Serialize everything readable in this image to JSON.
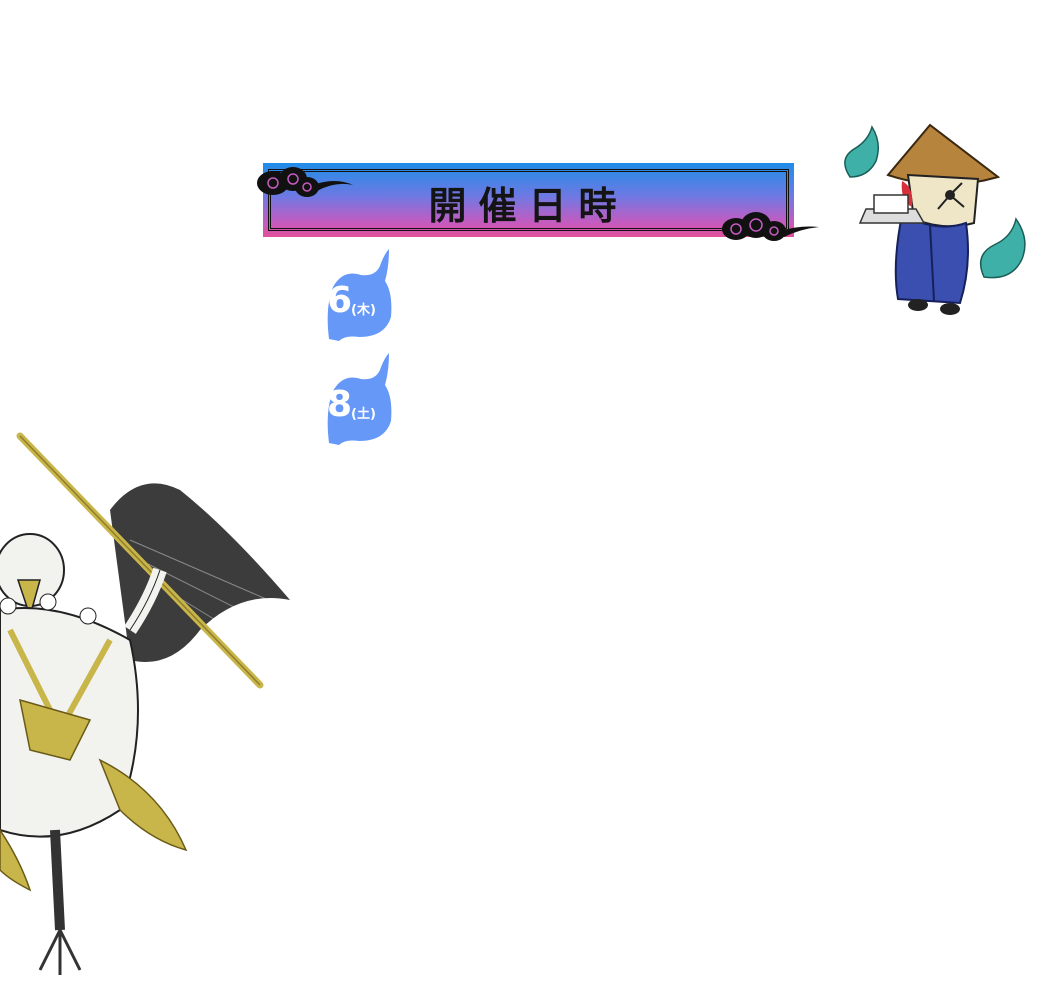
{
  "section": {
    "title": "開催日時"
  },
  "dates": [
    {
      "day": "6",
      "weekday": "(木)"
    },
    {
      "day": "8",
      "weekday": "(土)"
    }
  ],
  "colors": {
    "banner_top": "#1e8ee8",
    "banner_bottom": "#e2509a",
    "date_blob": "#6698f8",
    "ink": "#141414",
    "gold": "#c9b64a",
    "robe_blue": "#3a4fb0",
    "spirit_teal": "#3fb0a8"
  },
  "icons": {
    "cloud_left": "cloud-ornament-icon",
    "cloud_right": "cloud-ornament-icon",
    "date_bubble": "hitodama-flame-icon"
  }
}
